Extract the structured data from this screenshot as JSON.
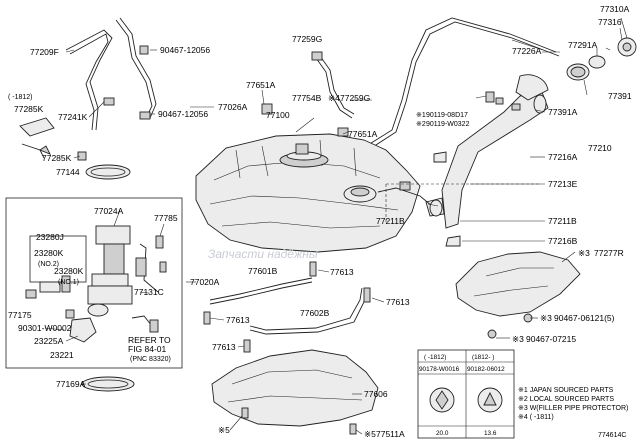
{
  "diagram": {
    "code": "774614C",
    "callouts": {
      "c77310A": "77310A",
      "c77316": "77316",
      "c77226A": "77226A",
      "c77291A": "77291A",
      "c77391": "77391",
      "c77391A": "77391A",
      "c77210": "77210",
      "c77216A": "77216A",
      "c77213E": "77213E",
      "c77211B": "77211B",
      "c77211B2": "77211B",
      "c77216B": "77216B",
      "c77277R": "77277R",
      "c77209F": "77209F",
      "c90467_12056a": "90467-12056",
      "c90467_12056b": "90467-12056",
      "c77026A": "77026A",
      "c77241K": "77241K",
      "c1812a": "( -1812)",
      "c77285K": "77285K",
      "c77285K2": "77285K",
      "c77144": "77144",
      "c77259G": "77259G",
      "c77259G2": "77259G",
      "c77754B": "77754B",
      "c77651A": "77651A",
      "c77651A2": "77651A",
      "c77100": "77100",
      "c90119_08D17": "90119-08D17",
      "c90119_W0322": "90119-W0322",
      "c77024A": "77024A",
      "c77785": "77785",
      "c23280J": "23280J",
      "c23280K": "23280K",
      "cNo2": "(NO.2)",
      "c23280K2": "23280K",
      "cNo1": "(NO.1)",
      "c77131C": "77131C",
      "c77175": "77175",
      "c90301": "90301-W0002",
      "c23225A": "23225A",
      "c23221": "23221",
      "cReferTo": "REFER TO",
      "cFig": "FIG 84-01",
      "cPnc": "(PNC 83320)",
      "c77020A": "77020A",
      "c77601B": "77601B",
      "c77613a": "77613",
      "c77613b": "77613",
      "c77613c": "77613",
      "c77613d": "77613",
      "c77602B": "77602B",
      "c77169A": "77169A",
      "c77606": "77606",
      "c77511A": "77511A",
      "c90467_06121": "90467-06121(5)",
      "c90467_07215": "90467-07215"
    },
    "marks": {
      "m4": "※4",
      "m12": "※1",
      "m22": "※2",
      "m3a": "※3",
      "m3b": "※3",
      "m3c": "※3",
      "m5a": "※5",
      "m5b": "※5"
    },
    "detail_table": {
      "col1_range": "( -1812)",
      "col2_range": "(1812- )",
      "col1_part": "90178-W0016",
      "col2_part": "90182-06012",
      "col1_size": "20.0",
      "col2_size": "13.6"
    },
    "notes": [
      "※1 JAPAN SOURCED PARTS",
      "※2 LOCAL SOURCED PARTS",
      "※3 W(FILLER PIPE PROTECTOR)",
      "※4 (   -1811)"
    ],
    "watermark": "Запчасти надёжны"
  }
}
